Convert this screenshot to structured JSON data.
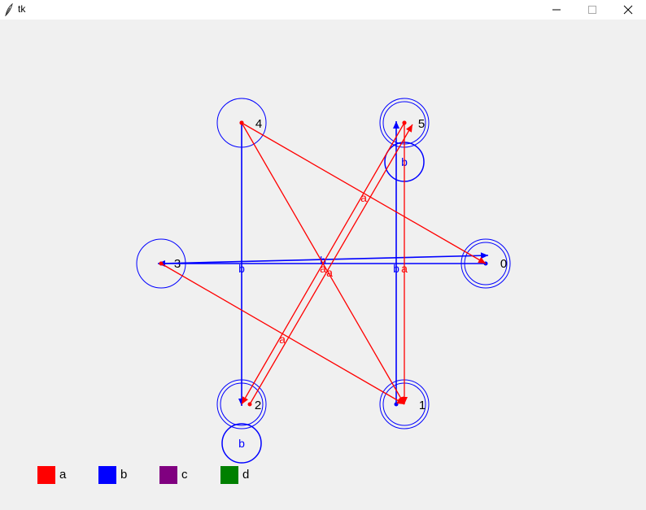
{
  "window": {
    "title": "tk"
  },
  "states": [
    {
      "id": "0",
      "accepting": true,
      "self_loop": null
    },
    {
      "id": "1",
      "accepting": true,
      "self_loop": null
    },
    {
      "id": "2",
      "accepting": true,
      "self_loop": "b"
    },
    {
      "id": "3",
      "accepting": false,
      "self_loop": null
    },
    {
      "id": "4",
      "accepting": false,
      "self_loop": null
    },
    {
      "id": "5",
      "accepting": true,
      "self_loop": "b"
    }
  ],
  "transitions": [
    {
      "from": "3",
      "to": "0",
      "label": "b",
      "color": "#0000ff"
    },
    {
      "from": "0",
      "to": "3",
      "label": "b",
      "color": "#0000ff"
    },
    {
      "from": "4",
      "to": "2",
      "label": "b",
      "color": "#0000ff"
    },
    {
      "from": "1",
      "to": "5",
      "label": "b",
      "color": "#0000ff"
    },
    {
      "from": "4",
      "to": "0",
      "label": "a",
      "color": "#ff0000"
    },
    {
      "from": "3",
      "to": "1",
      "label": "a",
      "color": "#ff0000"
    },
    {
      "from": "4",
      "to": "1",
      "label": "a",
      "color": "#ff0000"
    },
    {
      "from": "5",
      "to": "2",
      "label": "a",
      "color": "#ff0000"
    },
    {
      "from": "2",
      "to": "5",
      "label": "a",
      "color": "#ff0000"
    },
    {
      "from": "5",
      "to": "1",
      "label": "a",
      "color": "#ff0000"
    }
  ],
  "legend": [
    {
      "label": "a",
      "color": "#ff0000"
    },
    {
      "label": "b",
      "color": "#0000ff"
    },
    {
      "label": "c",
      "color": "#800080"
    },
    {
      "label": "d",
      "color": "#008000"
    }
  ]
}
